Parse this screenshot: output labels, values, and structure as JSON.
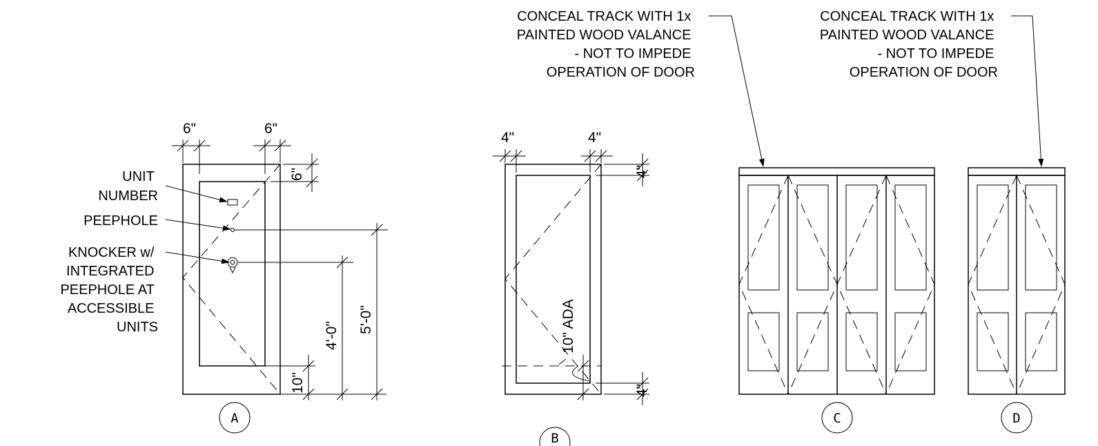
{
  "door_a": {
    "tag": "A",
    "dims": {
      "stile_left": "6\"",
      "stile_right": "6\"",
      "top_rail": "6\"",
      "bottom_rail": "10\"",
      "knocker_height": "4'-0\"",
      "peephole_height": "5'-0\""
    },
    "labels": {
      "unit_number": [
        "UNIT",
        "NUMBER"
      ],
      "peephole": [
        "PEEPHOLE"
      ],
      "knocker": [
        "KNOCKER w/",
        "INTEGRATED",
        "PEEPHOLE AT",
        "ACCESSIBLE",
        "UNITS"
      ]
    }
  },
  "door_b": {
    "tag": "B",
    "dims": {
      "stile_left": "4\"",
      "stile_right": "4\"",
      "top_rail": "4\"",
      "bottom_rail": "4\"",
      "ada": "10\" ADA"
    }
  },
  "door_c": {
    "tag": "C",
    "note": [
      "CONCEAL TRACK WITH 1x",
      "PAINTED WOOD VALANCE",
      "- NOT TO IMPEDE",
      "OPERATION OF DOOR"
    ]
  },
  "door_d": {
    "tag": "D",
    "note": [
      "CONCEAL TRACK WITH 1x",
      "PAINTED WOOD VALANCE",
      "- NOT TO IMPEDE",
      "OPERATION OF DOOR"
    ]
  }
}
